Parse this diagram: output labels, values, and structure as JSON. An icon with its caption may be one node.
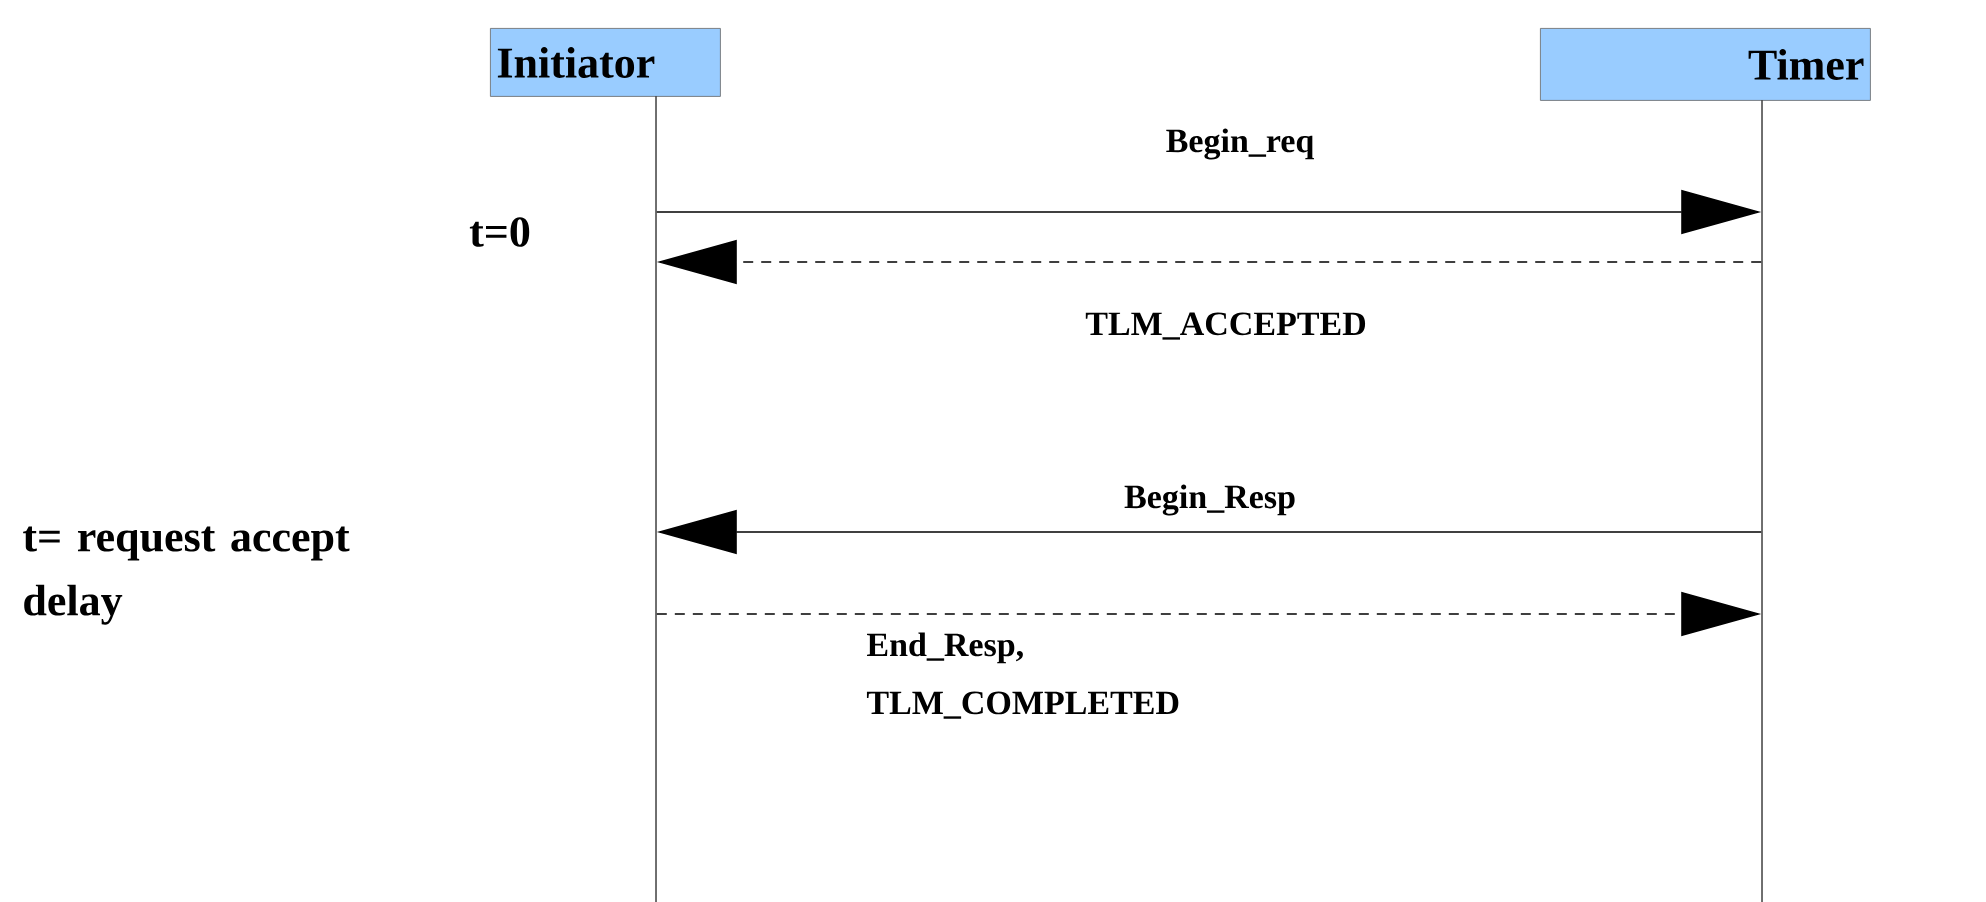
{
  "diagram": {
    "nodes": [
      {
        "text": [
          "Initiator"
        ]
      },
      {
        "text": [
          "Timer"
        ]
      },
      {
        "text": [],
        "shape": "line"
      },
      {
        "text": [],
        "shape": "line"
      }
    ],
    "edges": [
      {
        "from": 2,
        "to": 3,
        "arrow": "to",
        "label": "Begin_req"
      },
      {
        "from": 3,
        "to": 2,
        "arrow": "to",
        "label": "TLM_ACCEPTED",
        "style": "dashed"
      },
      {
        "from": 3,
        "to": 2,
        "arrow": "to",
        "label": "Begin_Resp"
      },
      {
        "from": 2,
        "to": 3,
        "arrow": "to",
        "label": "End_Resp, TLM_COMPLETED",
        "style": "dashed"
      }
    ],
    "labels": [
      "t=0",
      "t= request accept delay"
    ]
  }
}
